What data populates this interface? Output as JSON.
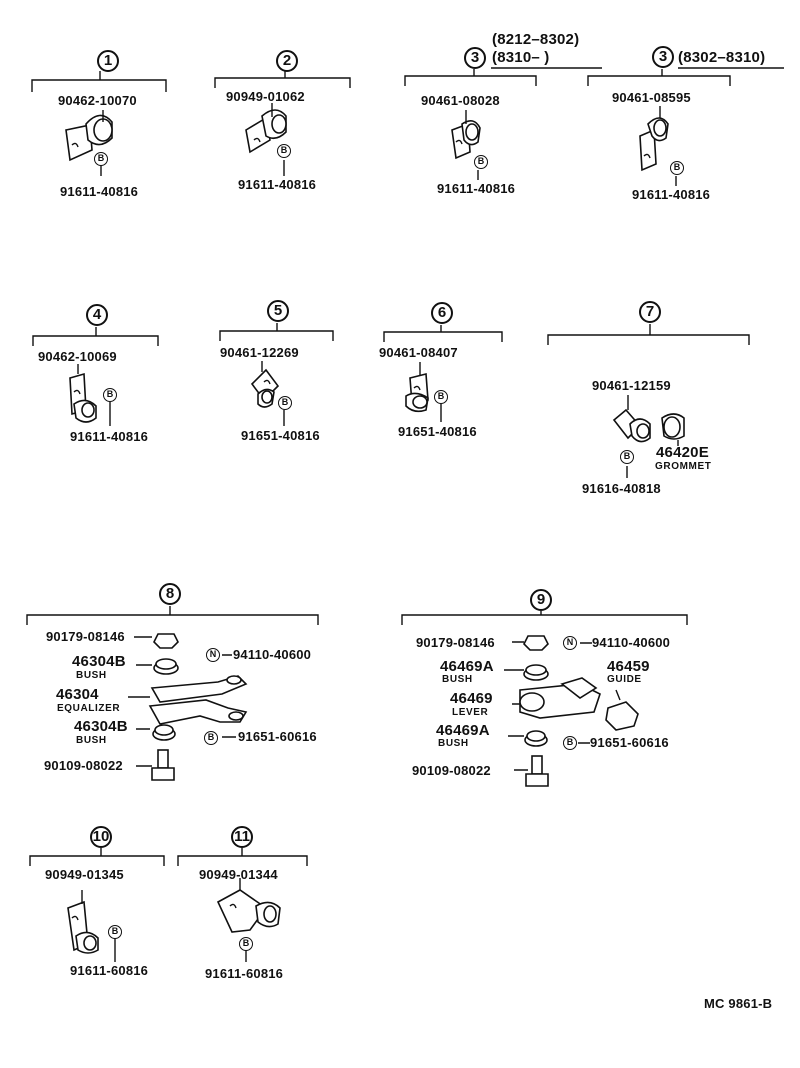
{
  "groups": {
    "g1": {
      "index": "1",
      "part": "90462-10070",
      "bolt": "91611-40816",
      "badge": "B"
    },
    "g2": {
      "index": "2",
      "part": "90949-01062",
      "bolt": "91611-40816",
      "badge": "B"
    },
    "g3": {
      "index": "3",
      "part": "90461-08028",
      "bolt": "91611-40816",
      "badge": "B",
      "date_line1": "(8212–8302)",
      "date_line2": "(8310–        )"
    },
    "g3b": {
      "index": "3",
      "part": "90461-08595",
      "bolt": "91611-40816",
      "badge": "B",
      "date": "(8302–8310)"
    },
    "g4": {
      "index": "4",
      "part": "90462-10069",
      "bolt": "91611-40816",
      "badge": "B"
    },
    "g5": {
      "index": "5",
      "part": "90461-12269",
      "bolt": "91651-40816",
      "badge": "B"
    },
    "g6": {
      "index": "6",
      "part": "90461-08407",
      "bolt": "91651-40816",
      "badge": "B"
    },
    "g7": {
      "index": "7",
      "part": "90461-12159",
      "grommet_no": "46420E",
      "grommet_name": "GROMMET",
      "bolt": "91616-40818",
      "badge": "B"
    },
    "g8": {
      "index": "8",
      "nut": "90179-08146",
      "nut_n": "94110-40600",
      "n_badge": "N",
      "bush_top_no": "46304B",
      "bush_top_name": "BUSH",
      "equalizer_no": "46304",
      "equalizer_name": "EQUALIZER",
      "bush_bot_no": "46304B",
      "bush_bot_name": "BUSH",
      "b_badge": "B",
      "bolt_b": "91651-60616",
      "pin": "90109-08022"
    },
    "g9": {
      "index": "9",
      "nut": "90179-08146",
      "nut_n": "94110-40600",
      "n_badge": "N",
      "bush_top_no": "46469A",
      "bush_top_name": "BUSH",
      "guide_no": "46459",
      "guide_name": "GUIDE",
      "lever_no": "46469",
      "lever_name": "LEVER",
      "bush_bot_no": "46469A",
      "bush_bot_name": "BUSH",
      "b_badge": "B",
      "bolt_b": "91651-60616",
      "pin": "90109-08022"
    },
    "g10": {
      "index": "10",
      "part": "90949-01345",
      "bolt": "91611-60816",
      "badge": "B"
    },
    "g11": {
      "index": "11",
      "part": "90949-01344",
      "bolt": "91611-60816",
      "badge": "B"
    }
  },
  "footer": {
    "code": "MC  9861-B"
  }
}
